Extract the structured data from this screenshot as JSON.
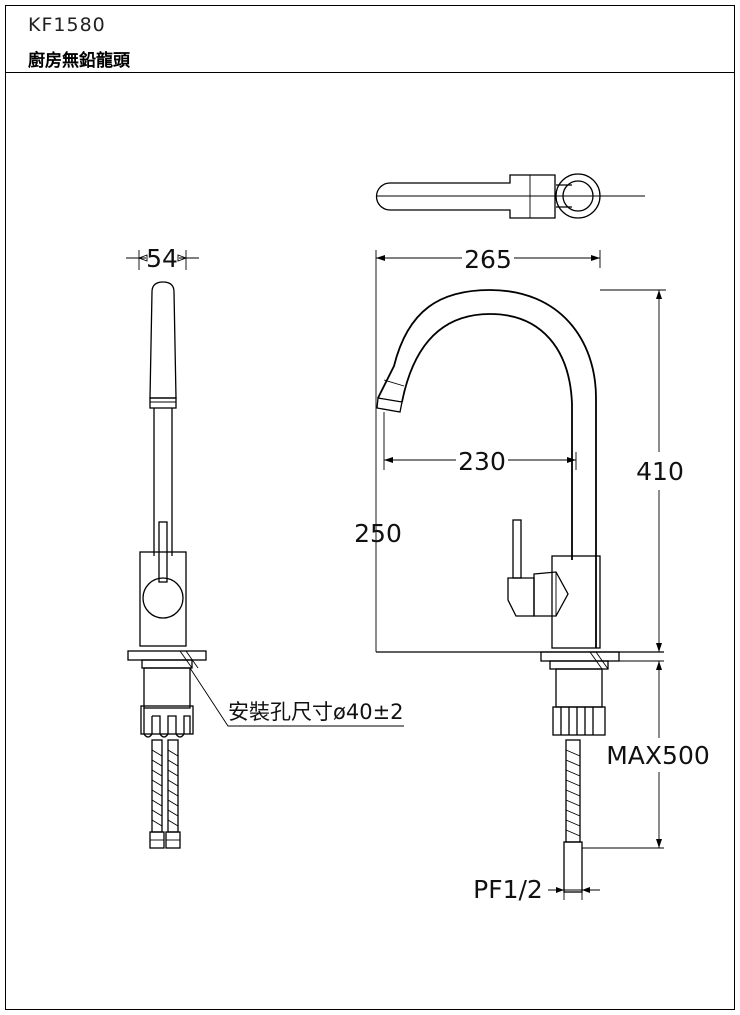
{
  "header": {
    "model": "KF1580",
    "product_name": "廚房無鉛龍頭"
  },
  "dimensions": {
    "side_width": "54",
    "front_width": "265",
    "spout_reach": "230",
    "total_height": "410",
    "spout_height": "250",
    "max_hose": "MAX500",
    "connector": "PF1/2",
    "mount_hole": "安裝孔尺寸ø40±2"
  }
}
